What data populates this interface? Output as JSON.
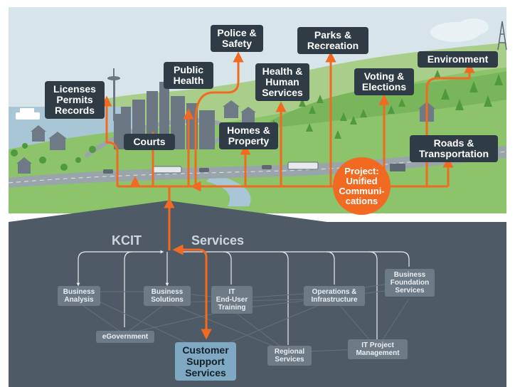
{
  "colors": {
    "accent": "#f26a21",
    "label_bg": "#2f3b45",
    "sky": "#d7e4ea",
    "land": "#8cc36b",
    "base": "#4e5b66",
    "highlight": "#7fa8c2"
  },
  "departments": [
    "Licenses\nPermits\nRecords",
    "Courts",
    "Public\nHealth",
    "Police &\nSafety",
    "Health &\nHuman\nServices",
    "Homes &\nProperty",
    "Parks &\nRecreation",
    "Voting &\nElections",
    "Environment",
    "Roads &\nTransportation"
  ],
  "project": "Project:\nUnified\nCommuni-\ncations",
  "headers": {
    "left": "KCIT",
    "right": "Services"
  },
  "services": [
    "Business\nAnalysis",
    "Business\nSolutions",
    "IT\nEnd-User\nTraining",
    "Operations &\nInfrastructure",
    "Business\nFoundation\nServices",
    "eGovernment",
    "Regional\nServices",
    "IT Project\nManagement"
  ],
  "highlighted_service": "Customer\nSupport\nServices"
}
